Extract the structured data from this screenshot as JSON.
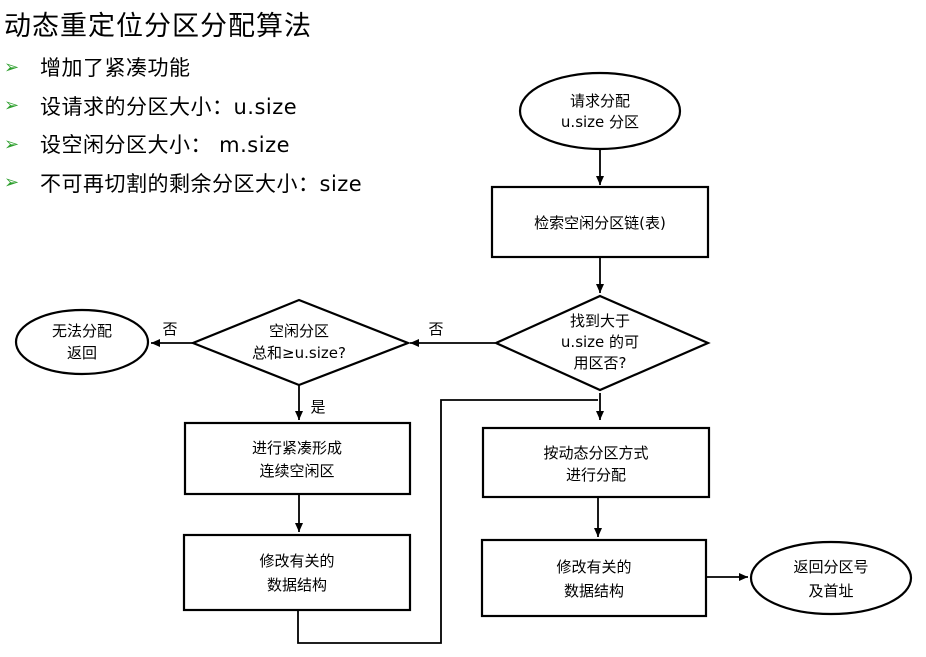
{
  "title": "动态重定位分区分配算法",
  "bullets": [
    {
      "text": "增加了紧凑功能"
    },
    {
      "text": "设请求的分区大小：u.size"
    },
    {
      "text": "设空闲分区大小： m.size"
    },
    {
      "text": "不可再切割的剩余分区大小：size"
    }
  ],
  "bullet_color": "#2fa02f",
  "flowchart": {
    "start": {
      "line1": "请求分配",
      "line2": "u.size 分区"
    },
    "search": {
      "text": "检索空闲分区链(表)"
    },
    "decision_found": {
      "line1": "找到大于",
      "line2": "u.size 的可",
      "line3": "用区否?"
    },
    "decision_total": {
      "line1": "空闲分区",
      "line2": "总和≥u.size?"
    },
    "fail": {
      "line1": "无法分配",
      "line2": "返回"
    },
    "compact": {
      "line1": "进行紧凑形成",
      "line2": "连续空闲区"
    },
    "modify_left": {
      "line1": "修改有关的",
      "line2": "数据结构"
    },
    "allocate": {
      "line1": "按动态分区方式",
      "line2": "进行分配"
    },
    "modify_right": {
      "line1": "修改有关的",
      "line2": "数据结构"
    },
    "end": {
      "line1": "返回分区号",
      "line2": "及首址"
    },
    "labels": {
      "no_1": "否",
      "no_2": "否",
      "yes": "是"
    }
  }
}
